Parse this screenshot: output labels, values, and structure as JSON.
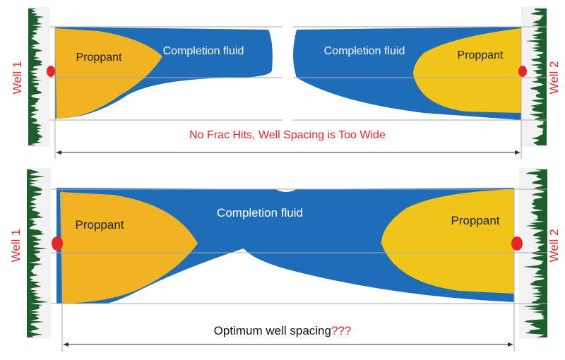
{
  "top_panel": {
    "well_left": "Well 1",
    "well_right": "Well 2",
    "proppant_left": "Proppant",
    "proppant_right": "Proppant",
    "fluid_left": "Completion fluid",
    "fluid_right": "Completion fluid",
    "caption": "No Frac Hits, Well Spacing is Too Wide"
  },
  "bottom_panel": {
    "well_left": "Well 1",
    "well_right": "Well 2",
    "proppant_left": "Proppant",
    "proppant_right": "Proppant",
    "fluid": "Completion fluid",
    "caption_main": "Optimum well spacing",
    "caption_suffix": "???"
  },
  "colors": {
    "fluid": "#1f6cb8",
    "proppant_left": "#f2b322",
    "proppant_right": "#f0c419",
    "well_marker": "#e8242b",
    "log": "#1d5e2c",
    "label_red": "#e8242b"
  }
}
